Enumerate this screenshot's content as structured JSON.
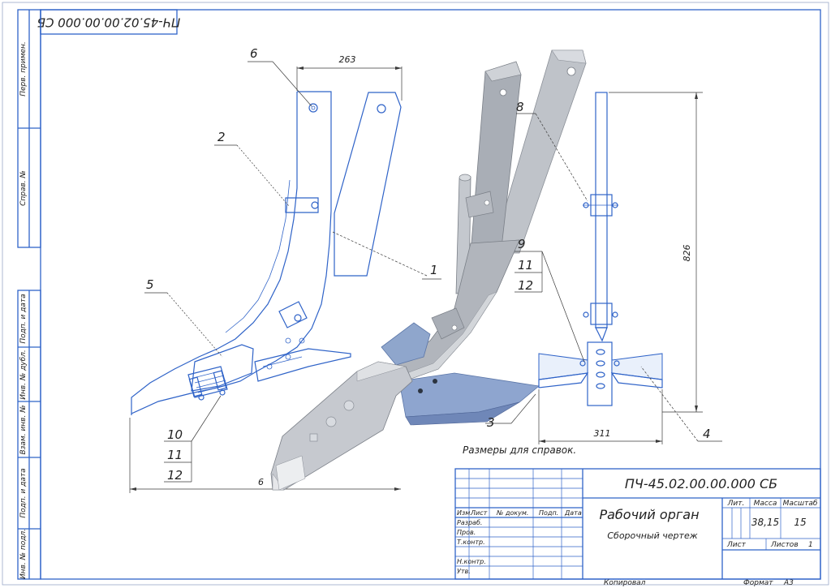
{
  "drawing": {
    "code_main": "ПЧ-45.02.00.00.000 СБ",
    "code_rotated": "ПЧ-45.02.00.00.000 СБ",
    "title": "Рабочий орган",
    "subtitle": "Сборочный чертеж",
    "note": "Размеры для справок.",
    "copy_label": "Копировал",
    "format_label": "Формат",
    "format_value": "А3"
  },
  "side_strip": {
    "labels": [
      "Перв. примен.",
      "Справ. №",
      "Подп. и дата",
      "Инв. № дубл.",
      "Взам. инв. №",
      "Подп. и дата",
      "Инв. № подл."
    ]
  },
  "title_block": {
    "headers": [
      "Изм.",
      "Лист",
      "№ докум.",
      "Подп.",
      "Дата"
    ],
    "roles": [
      "Разраб.",
      "Пров.",
      "Т.контр.",
      "Н.контр.",
      "Утв."
    ],
    "lit_header": "Лит.",
    "mass_header": "Масса",
    "scale_header": "Масштаб",
    "mass_value": "38,15",
    "scale_value": "15",
    "sheet_label": "Лист",
    "sheets_label": "Листов",
    "sheets_value": "1"
  },
  "dimensions": {
    "top_width": "263",
    "height": "826",
    "bottom_width": "311",
    "overall_partial": "6"
  },
  "callouts": [
    "6",
    "2",
    "5",
    "10",
    "11",
    "12",
    "1",
    "8",
    "9",
    "11",
    "12",
    "3",
    "4"
  ]
}
